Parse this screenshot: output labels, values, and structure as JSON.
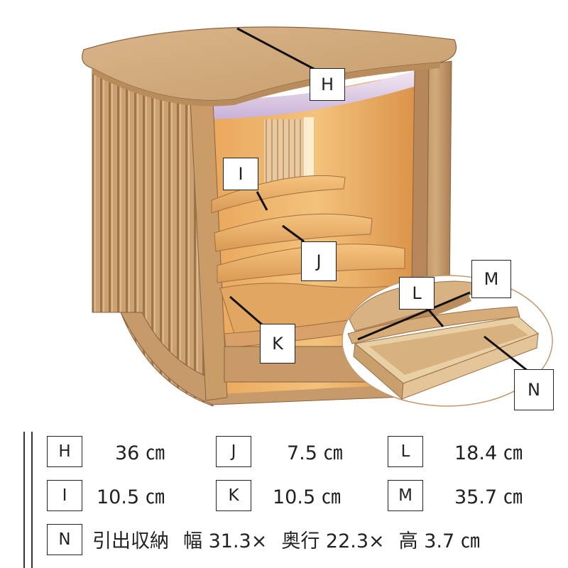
{
  "callouts": [
    "H",
    "I",
    "J",
    "K",
    "L",
    "M",
    "N"
  ],
  "specs": [
    {
      "key": "H",
      "value": "36 ㎝"
    },
    {
      "key": "J",
      "value": "7.5 ㎝"
    },
    {
      "key": "L",
      "value": "18.4 ㎝"
    },
    {
      "key": "I",
      "value": "10.5 ㎝"
    },
    {
      "key": "K",
      "value": "10.5 ㎝"
    },
    {
      "key": "M",
      "value": "35.7 ㎝"
    }
  ],
  "drawer_spec": {
    "key": "N",
    "name": "引出収納",
    "width": "幅 31.3×",
    "depth": "奥行 22.3×",
    "height": "高 3.7 ㎝"
  }
}
